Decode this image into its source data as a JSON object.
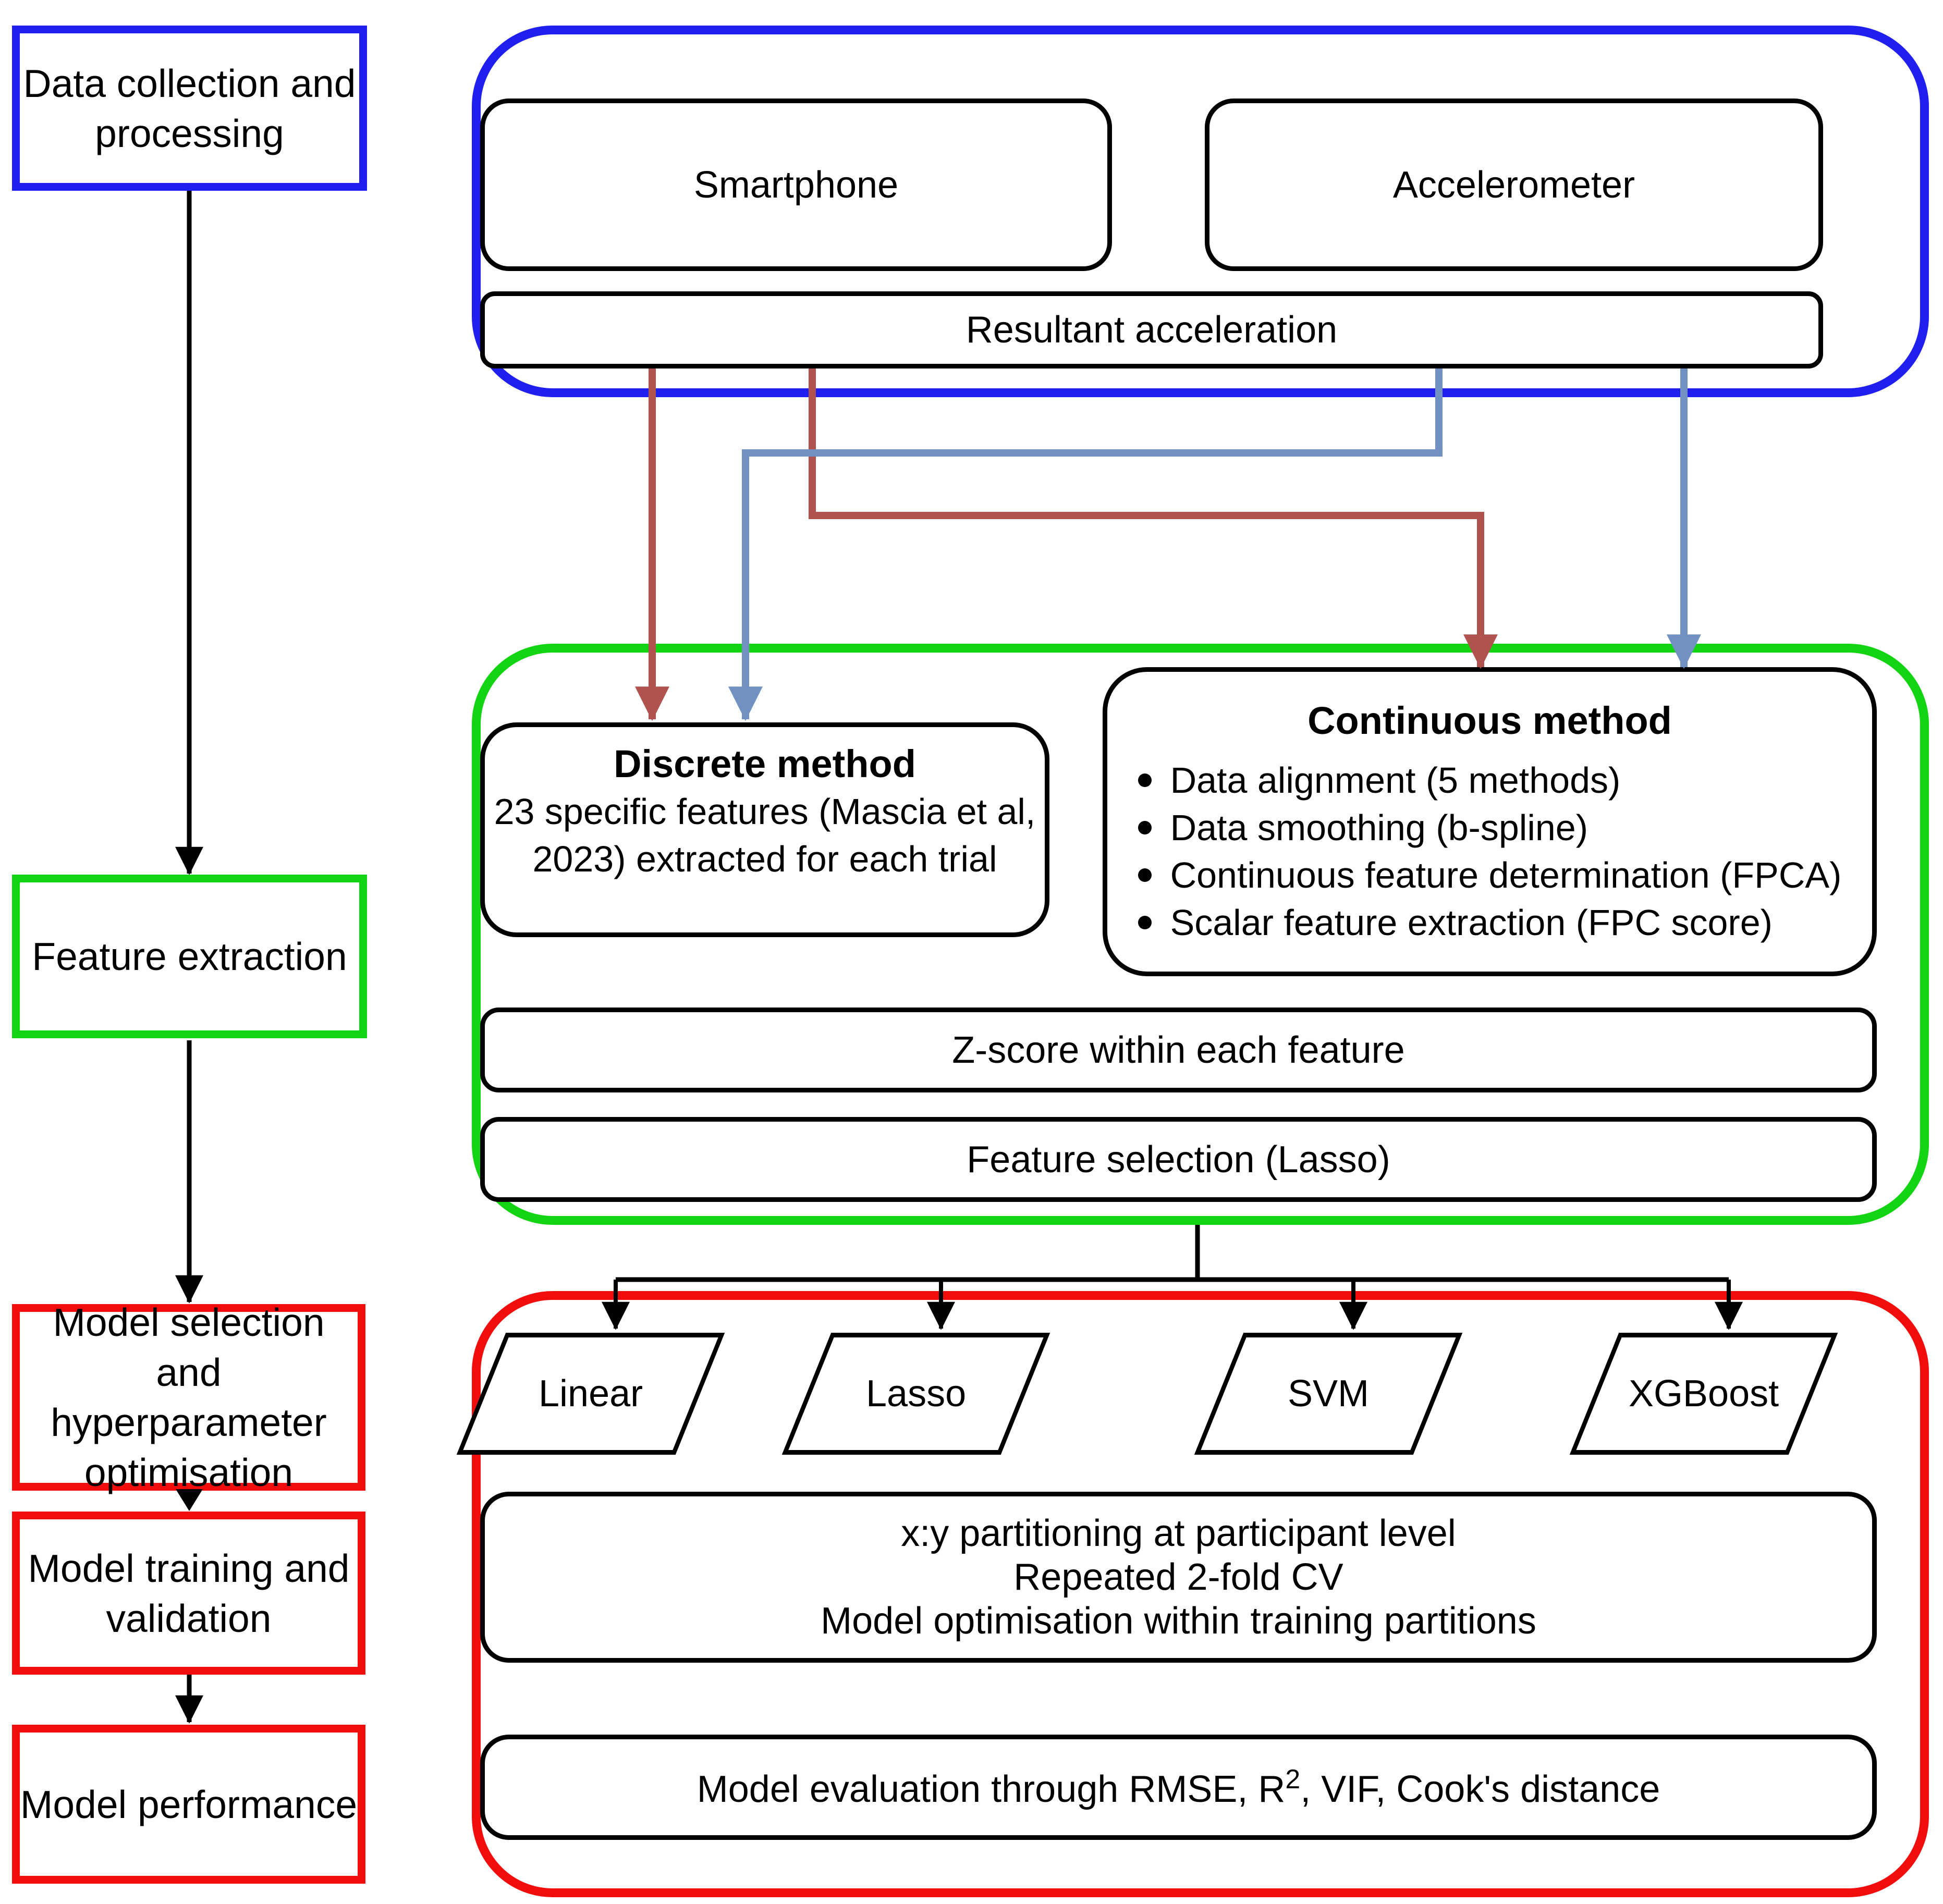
{
  "palette": {
    "blue_border": "#1f1ff0",
    "green_border": "#12d412",
    "red_border": "#f20d0d",
    "smartphone_arrow": "#b0534e",
    "accelerometer_arrow": "#7191c2",
    "black": "#000000"
  },
  "left_column": {
    "data_collection": "Data collection and\nprocessing",
    "feature_extraction": "Feature extraction",
    "model_selection": "Model selection and\nhyperparameter\noptimisation",
    "model_training": "Model training and\nvalidation",
    "model_performance": "Model performance"
  },
  "sensors": {
    "smartphone": "Smartphone",
    "accelerometer": "Accelerometer",
    "resultant": "Resultant acceleration"
  },
  "features": {
    "discrete": {
      "title": "Discrete method",
      "body": "23 specific features (Mascia et al,\n2023) extracted for each trial"
    },
    "continuous": {
      "title": "Continuous method",
      "bullets": [
        "Data alignment (5 methods)",
        "Data smoothing (b-spline)",
        "Continuous feature determination (FPCA)",
        "Scalar feature extraction (FPC score)"
      ]
    },
    "zscore": "Z-score within each feature",
    "feature_selection": "Feature selection (Lasso)"
  },
  "modelling": {
    "models": [
      "Linear",
      "Lasso",
      "SVM",
      "XGBoost"
    ],
    "partitioning": "x:y partitioning at participant level\nRepeated 2-fold CV\nModel optimisation within training partitions",
    "evaluation": {
      "prefix": "Model evaluation through RMSE, R",
      "sup": "2",
      "suffix": ", VIF, Cook's distance"
    }
  }
}
